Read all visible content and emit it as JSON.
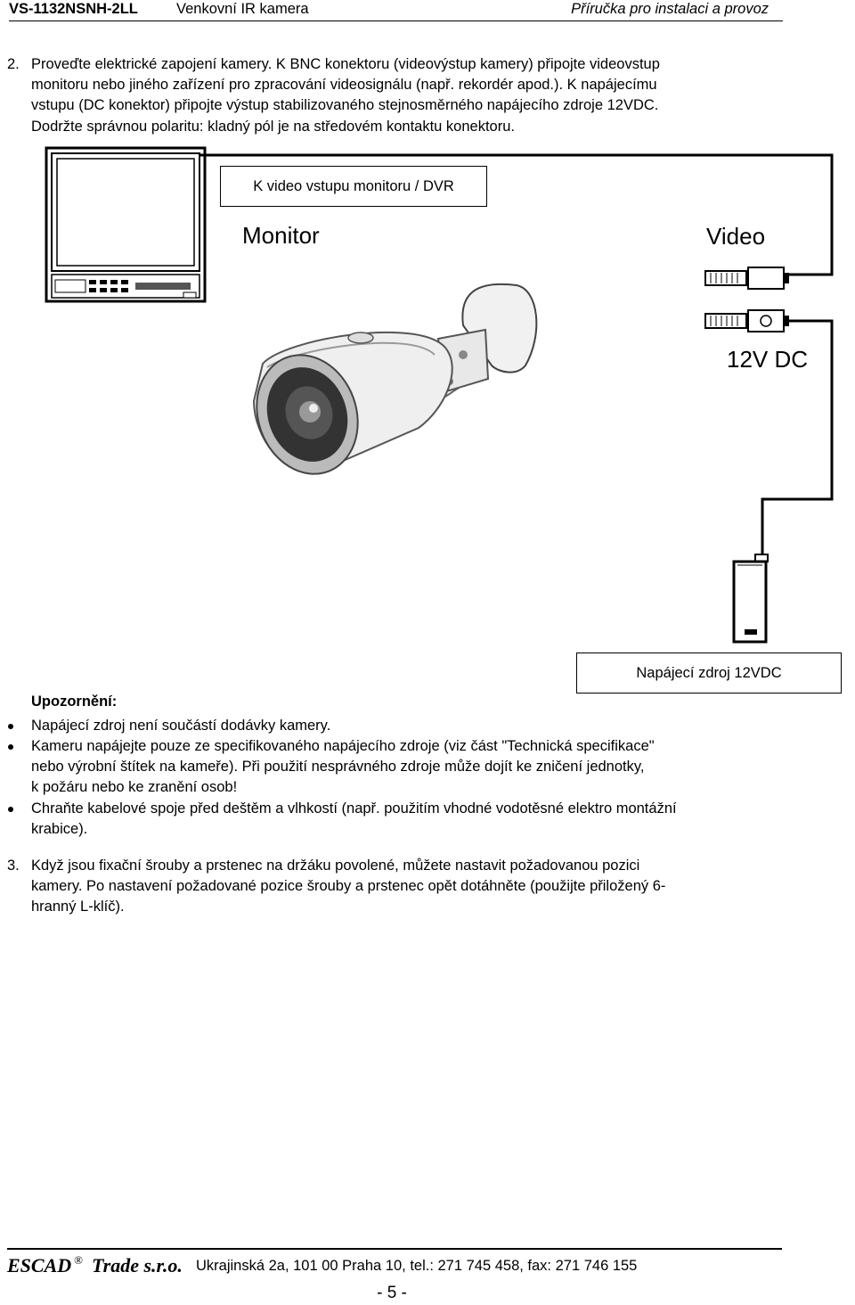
{
  "header": {
    "model": "VS-1132NSNH-2LL",
    "subtitle": "Venkovní IR kamera",
    "manual": "Příručka pro instalaci a provoz"
  },
  "step2": {
    "number": "2.",
    "lines": [
      "Proveďte elektrické zapojení kamery. K BNC konektoru (videovýstup kamery) připojte videovstup",
      "monitoru nebo jiného zařízení pro zpracování videosignálu (např. rekordér apod.). K napájecímu",
      "vstupu (DC konektor) připojte výstup stabilizovaného stejnosměrného napájecího zdroje 12VDC.",
      "Dodržte správnou polaritu: kladný pól je na středovém kontaktu konektoru."
    ]
  },
  "diagram": {
    "callout_video": "K video vstupu monitoru / DVR",
    "label_monitor": "Monitor",
    "label_video": "Video",
    "label_12v": "12V DC",
    "callout_power": "Napájecí zdroj 12VDC"
  },
  "warning": {
    "title": "Upozornění:",
    "bullets": [
      [
        "Napájecí zdroj není součástí dodávky kamery."
      ],
      [
        "Kameru napájejte pouze ze specifikovaného napájecího zdroje (viz část \"Technická specifikace\"",
        "nebo výrobní štítek na kameře). Při použití nesprávného zdroje může dojít ke zničení jednotky,",
        "k požáru nebo ke zranění osob!"
      ],
      [
        "Chraňte kabelové spoje před deštěm a vlhkostí (např. použitím vhodné vodotěsné elektro montážní",
        "krabice)."
      ]
    ]
  },
  "step3": {
    "number": "3.",
    "lines": [
      "Když jsou fixační šrouby a prstenec na držáku povolené, můžete nastavit požadovanou pozici",
      "kamery. Po nastavení požadované pozice šrouby a prstenec opět dotáhněte (použijte přiložený 6-",
      "hranný L-klíč)."
    ]
  },
  "footer": {
    "company": "ESCAD",
    "registered": "®",
    "company_rest": "Trade s.r.o.",
    "address": "Ukrajinská 2a, 101 00 Praha 10, tel.: 271 745 458, fax: 271 746 155",
    "page": "- 5 -"
  }
}
